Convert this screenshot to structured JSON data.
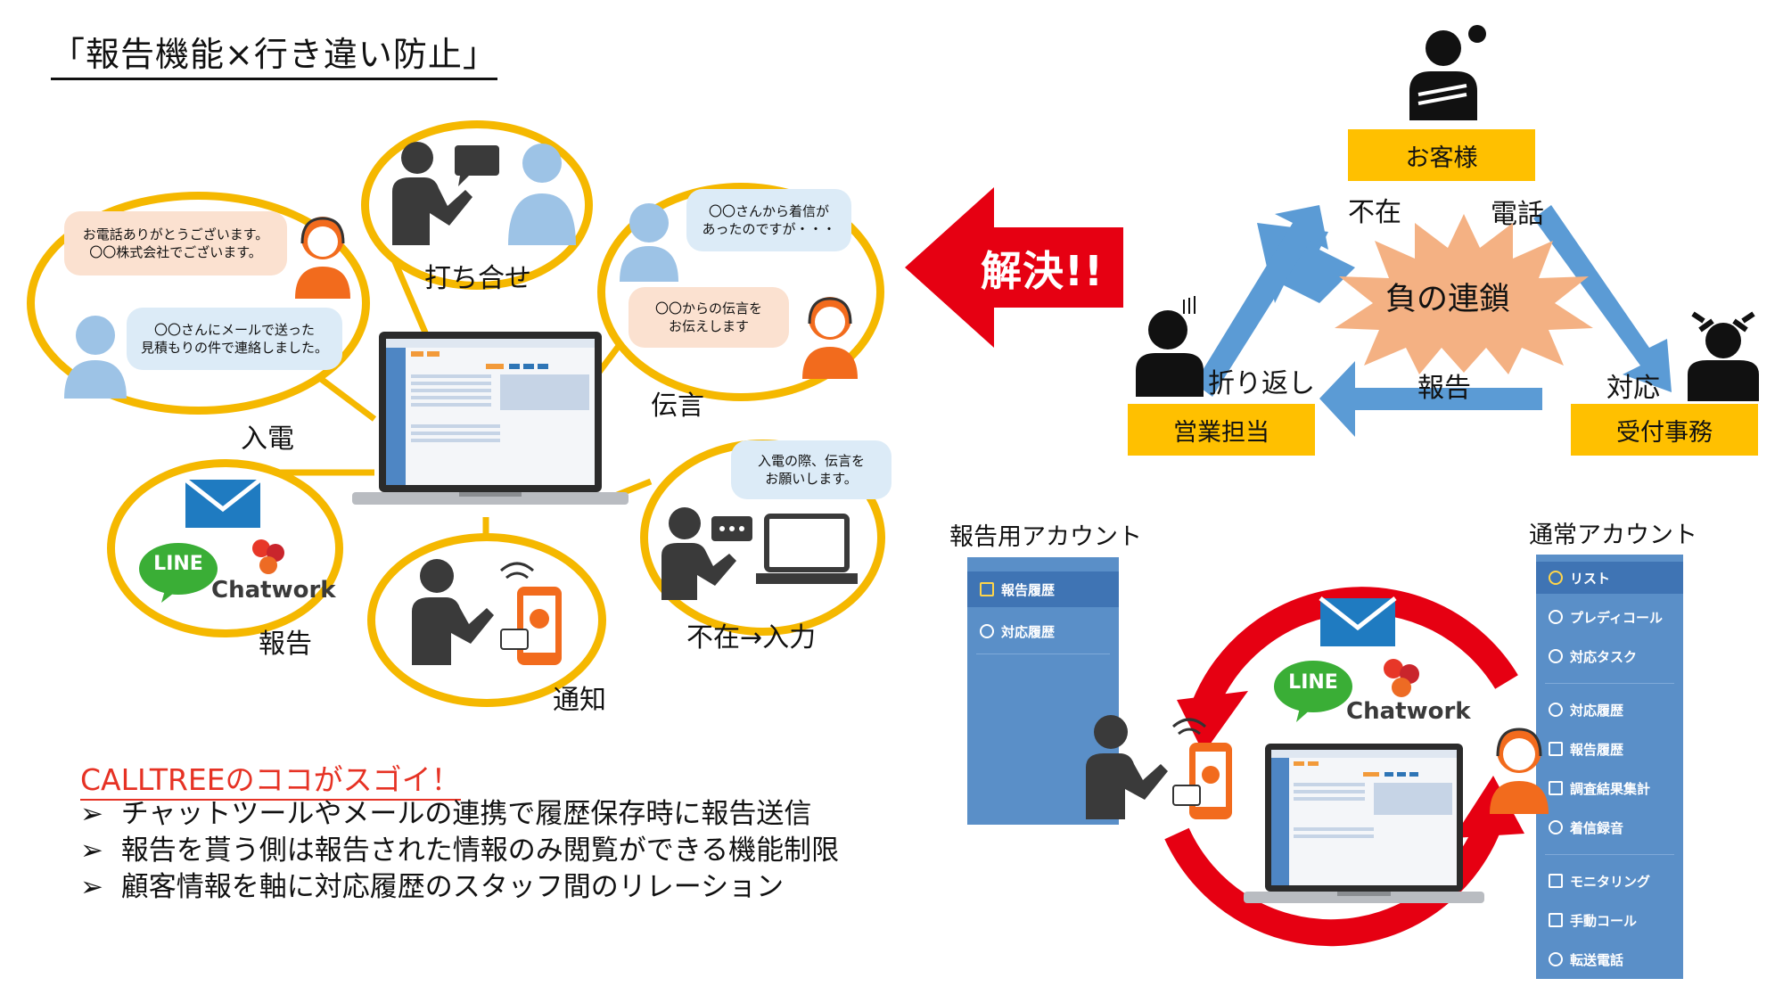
{
  "title": "「報告機能×行き違い防止」",
  "left_diagram": {
    "bubbles": {
      "meeting": "打ち合せ",
      "incoming": "入電",
      "message": "伝言",
      "report": "報告",
      "notify": "通知",
      "absent_input": "不在→入力"
    },
    "speech": {
      "greeting": "お電話ありがとうございます。\n〇〇株式会社でございます。",
      "email_contact": "〇〇さんにメールで送った\n見積もりの件で連絡しました。",
      "call_from": "〇〇さんから着信が\nあったのですが・・・",
      "message_from": "〇〇からの伝言を\nお伝えします",
      "request_message": "入電の際、伝言を\nお願いします。"
    },
    "tools": {
      "line": "LINE",
      "chatwork": "Chatwork"
    }
  },
  "arrow_text": "解決!!",
  "cycle": {
    "customer": "お客様",
    "sales": "営業担当",
    "office": "受付事務",
    "center": "負の連鎖",
    "absent": "不在",
    "phone": "電話",
    "callback": "折り返し",
    "report": "報告",
    "respond": "対応"
  },
  "report_account": {
    "heading": "報告用アカウント",
    "items": [
      {
        "label": "報告履歴",
        "icon": "report-history-icon",
        "selected": true
      },
      {
        "label": "対応履歴",
        "icon": "history-icon",
        "selected": false
      }
    ]
  },
  "normal_account": {
    "heading": "通常アカウント",
    "items": [
      {
        "label": "リスト",
        "icon": "headset-icon"
      },
      {
        "label": "プレディコール",
        "icon": "headset-icon"
      },
      {
        "label": "対応タスク",
        "icon": "task-icon"
      },
      {
        "label": "対応履歴",
        "icon": "history-icon"
      },
      {
        "label": "報告履歴",
        "icon": "report-history-icon"
      },
      {
        "label": "調査結果集計",
        "icon": "survey-icon"
      },
      {
        "label": "着信録音",
        "icon": "record-icon"
      },
      {
        "label": "モニタリング",
        "icon": "monitoring-icon"
      },
      {
        "label": "手動コール",
        "icon": "dialpad-icon"
      },
      {
        "label": "転送電話",
        "icon": "transfer-icon"
      }
    ]
  },
  "bottom_tools": {
    "line": "LINE",
    "chatwork": "Chatwork"
  },
  "features": {
    "heading": "CALLTREEのココがスゴイ！",
    "bullet": "➢",
    "items": [
      "チャットツールやメールの連携で履歴保存時に報告送信",
      "報告を貰う側は報告された情報のみ閲覧ができる機能制限",
      "顧客情報を軸に対応履歴のスタッフ間のリレーション"
    ]
  },
  "colors": {
    "bubble_border": "#f5b800",
    "label_yellow": "#ffc000",
    "person_blue": "#9dc3e6",
    "person_dark": "#3a3a3a",
    "operator_orange": "#f26b1d",
    "arrow_red": "#e60012",
    "arrow_blue": "#5b9bd5",
    "sidebar_blue": "#5a8fc8",
    "line_green": "#3aae36",
    "mail_blue": "#1f7bc1"
  }
}
